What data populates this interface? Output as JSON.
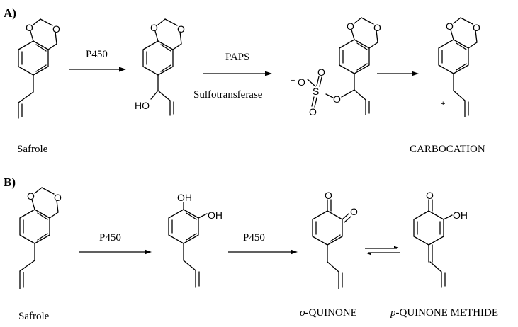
{
  "panels": {
    "a": {
      "label": "A)",
      "molecule1": "Safrole",
      "step1": "P450",
      "step2_top": "PAPS",
      "step2_bottom": "Sulfotransferase",
      "product": "CARBOCATION"
    },
    "b": {
      "label": "B)",
      "molecule1": "Safrole",
      "step1": "P450",
      "step2": "P450",
      "product1_prefix": "o",
      "product1_rest": "-QUINONE",
      "product2_prefix": "p",
      "product2_rest": "-QUINONE METHIDE"
    }
  },
  "atoms": {
    "o": "O",
    "ho": "HO",
    "oh": "OH",
    "s": "S",
    "minus": "−",
    "plus": "+"
  }
}
